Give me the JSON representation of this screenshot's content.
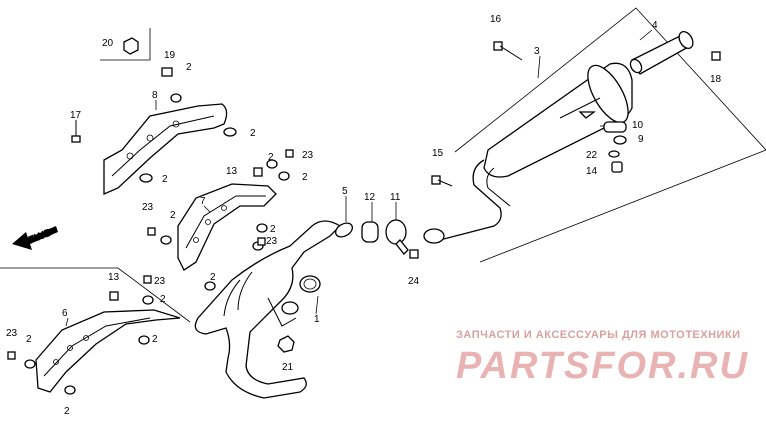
{
  "labels": {
    "l1": "1",
    "l2a": "2",
    "l2b": "2",
    "l2c": "2",
    "l2d": "2",
    "l2e": "2",
    "l2f": "2",
    "l2g": "2",
    "l2h": "2",
    "l2i": "2",
    "l2j": "2",
    "l2k": "2",
    "l2l": "2",
    "l3": "3",
    "l4": "4",
    "l5": "5",
    "l6": "6",
    "l7": "7",
    "l8": "8",
    "l9": "9",
    "l10": "10",
    "l11": "11",
    "l12": "12",
    "l13a": "13",
    "l13b": "13",
    "l14": "14",
    "l15": "15",
    "l16": "16",
    "l17": "17",
    "l18": "18",
    "l19": "19",
    "l20": "20",
    "l21": "21",
    "l22": "22",
    "l23a": "23",
    "l23b": "23",
    "l23c": "23",
    "l23d": "23",
    "l23e": "23",
    "l24": "24"
  },
  "fwd": "FWD",
  "watermark": {
    "subtitle": "ЗАПЧАСТИ И АКСЕССУАРЫ ДЛЯ МОТОТЕХНИКИ",
    "logo": "PARTSFOR.RU"
  },
  "colors": {
    "line": "#000000",
    "watermark": "#e9b3b3",
    "background": "#ffffff"
  }
}
